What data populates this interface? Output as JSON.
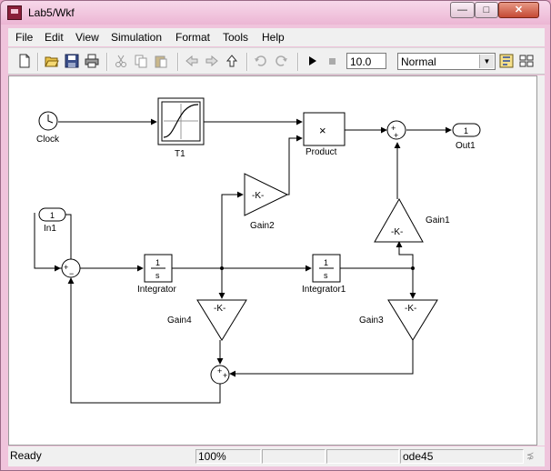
{
  "window": {
    "title": "Lab5/Wkf"
  },
  "menu": [
    "File",
    "Edit",
    "View",
    "Simulation",
    "Format",
    "Tools",
    "Help"
  ],
  "toolbar": {
    "stop_time": "10.0",
    "sim_mode": "Normal"
  },
  "blocks": {
    "clock": "Clock",
    "t1": "T1",
    "product": "Product",
    "product_symbol": "×",
    "out1": "Out1",
    "out1_port": "1",
    "in1": "In1",
    "in1_port": "1",
    "gain1": "Gain1",
    "gain2": "Gain2",
    "gain3": "Gain3",
    "gain4": "Gain4",
    "gain_value": "-K-",
    "integrator": "Integrator",
    "integrator1": "Integrator1",
    "integrator_num": "1",
    "integrator_den": "s",
    "plus": "+",
    "minus": "−"
  },
  "status": {
    "left": "Ready",
    "zoom": "100%",
    "solver": "ode45"
  }
}
